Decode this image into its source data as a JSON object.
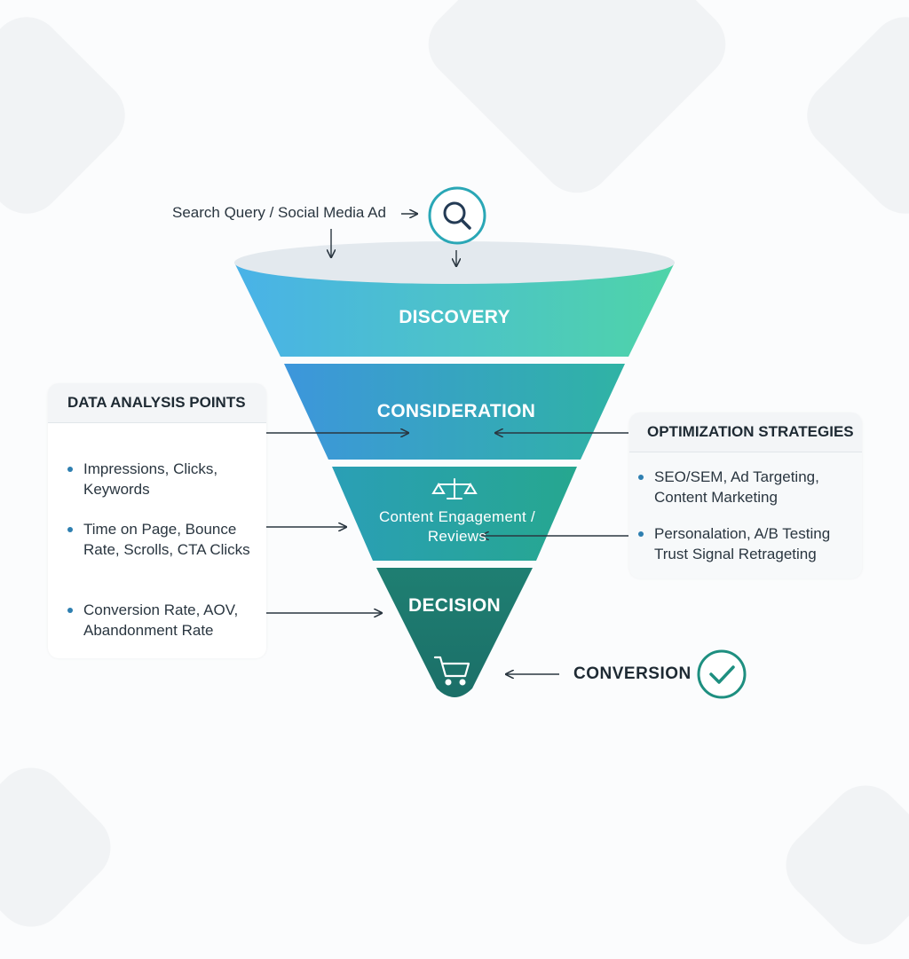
{
  "source_label": "Search Query / Social Media Ad",
  "stages": [
    {
      "label": "DISCOVERY"
    },
    {
      "label": "CONSIDERATION"
    },
    {
      "label": "Content Engagement / Reviews",
      "icon": "scale-icon"
    },
    {
      "label": "DECISION",
      "icon": "shopping-cart-icon"
    }
  ],
  "data_panel": {
    "title": "DATA ANALYSIS POINTS",
    "items": [
      "Impressions, Clicks, Keywords",
      "Time on Page, Bounce Rate, Scrolls, CTA Clicks",
      "Conversion Rate, AOV, Abandonment Rate"
    ]
  },
  "strategy_panel": {
    "title": "OPTIMIZATION STRATEGIES",
    "items": [
      "SEO/SEM, Ad Targeting, Content Marketing",
      "Personalation, A/B Testing Trust Signal Retrageting"
    ]
  },
  "conversion_label": "CONVERSION",
  "icons": [
    "search-icon",
    "scale-icon",
    "shopping-cart-icon",
    "checkmark-icon"
  ],
  "colors": {
    "discovery_start": "#49b2e8",
    "discovery_end": "#4fd4a8",
    "consideration_start": "#3d96dc",
    "consideration_end": "#2fb3a4",
    "engagement": "#25a3a2",
    "decision": "#1d7a6f",
    "accent": "#2aa7b6",
    "check": "#1e8f80"
  }
}
